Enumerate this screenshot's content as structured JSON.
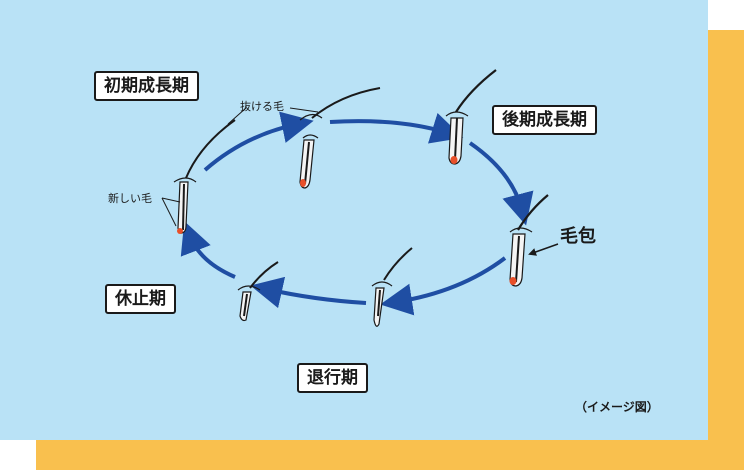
{
  "stages": {
    "early_anagen": "初期成長期",
    "late_anagen": "後期成長期",
    "catagen": "退行期",
    "telogen": "休止期"
  },
  "labels": {
    "shedding_hair": "抜ける毛",
    "new_hair": "新しい毛",
    "follicle": "毛包"
  },
  "caption": "（イメージ図）",
  "colors": {
    "background": "#b9e2f6",
    "shadow": "#f9c04e",
    "arrow": "#1f4ea3",
    "bulb": "#e8502a"
  }
}
